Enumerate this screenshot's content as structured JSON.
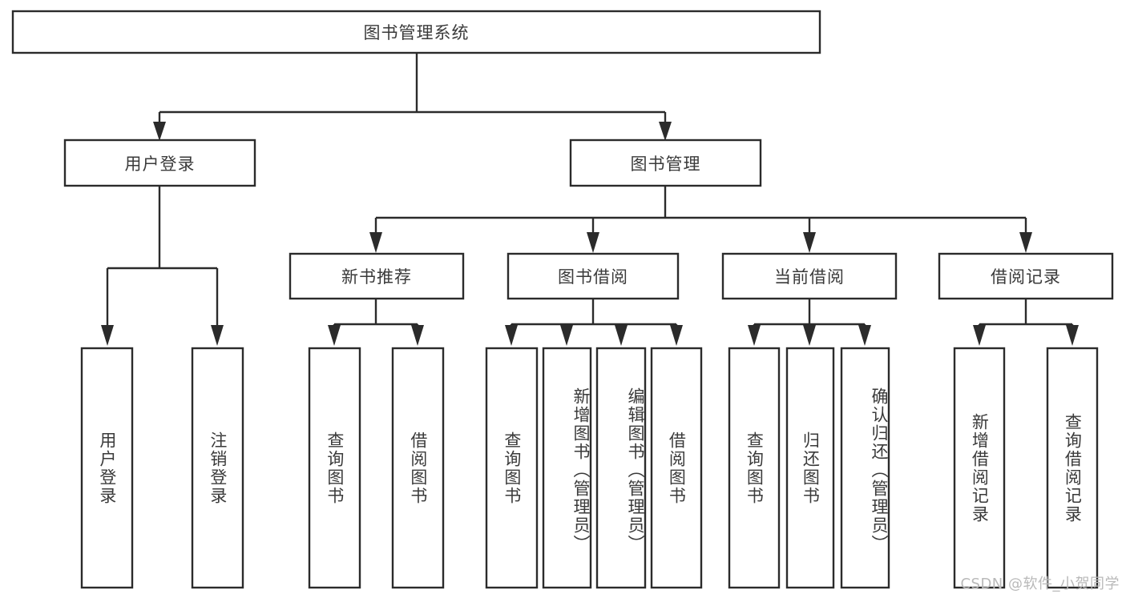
{
  "diagram": {
    "type": "tree-hierarchy",
    "title": "图书管理系统",
    "watermark": "CSDN @软件_小贺同学",
    "colors": {
      "stroke": "#2b2b2b",
      "box_fill": "#ffffff",
      "text": "#3a3a3a",
      "background": "#ffffff",
      "watermark_text": "#b9b9b9"
    },
    "root": {
      "label": "图书管理系统",
      "orientation": "horizontal"
    },
    "level1": [
      {
        "label": "用户登录",
        "orientation": "horizontal"
      },
      {
        "label": "图书管理",
        "orientation": "horizontal"
      }
    ],
    "level2": [
      {
        "label": "新书推荐",
        "orientation": "horizontal"
      },
      {
        "label": "图书借阅",
        "orientation": "horizontal"
      },
      {
        "label": "当前借阅",
        "orientation": "horizontal"
      },
      {
        "label": "借阅记录",
        "orientation": "horizontal"
      }
    ],
    "leaves": {
      "user_login": [
        {
          "label": "用户登录",
          "orientation": "vertical"
        },
        {
          "label": "注销登录",
          "orientation": "vertical"
        }
      ],
      "new_book_recommend": [
        {
          "label": "查询图书",
          "orientation": "vertical"
        },
        {
          "label": "借阅图书",
          "orientation": "vertical"
        }
      ],
      "book_borrow": [
        {
          "label": "查询图书",
          "orientation": "vertical"
        },
        {
          "label": "新增图书（管理员）",
          "orientation": "vertical"
        },
        {
          "label": "编辑图书（管理员）",
          "orientation": "vertical"
        },
        {
          "label": "借阅图书",
          "orientation": "vertical"
        }
      ],
      "current_borrow": [
        {
          "label": "查询图书",
          "orientation": "vertical"
        },
        {
          "label": "归还图书",
          "orientation": "vertical"
        },
        {
          "label": "确认归还（管理员）",
          "orientation": "vertical"
        }
      ],
      "borrow_record": [
        {
          "label": "新增借阅记录",
          "orientation": "vertical"
        },
        {
          "label": "查询借阅记录",
          "orientation": "vertical"
        }
      ]
    }
  }
}
